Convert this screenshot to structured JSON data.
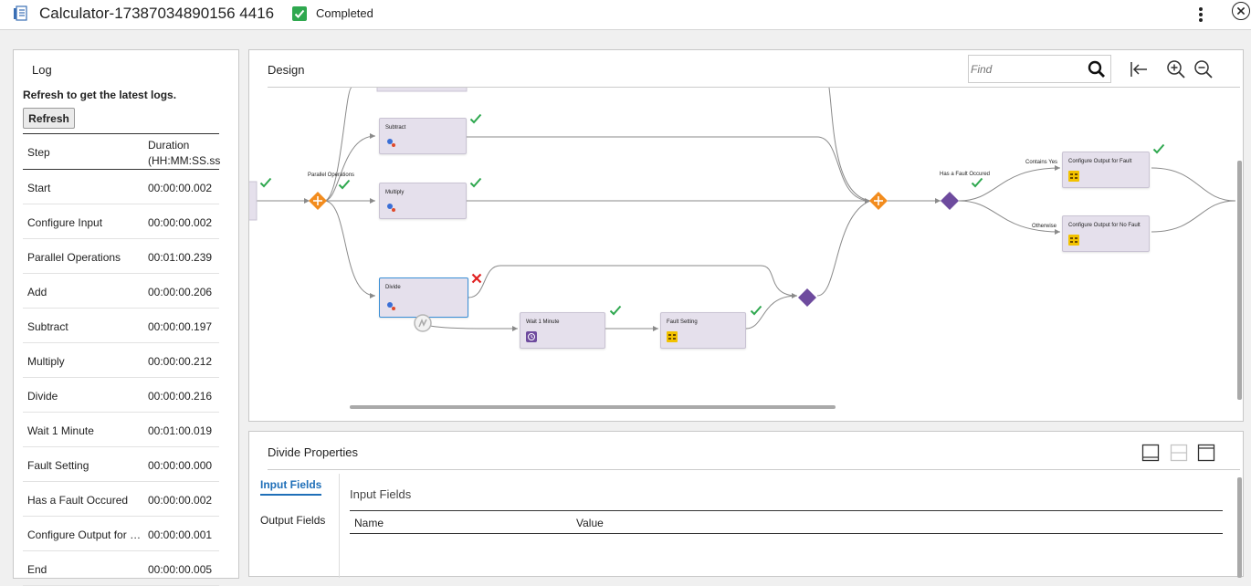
{
  "header": {
    "title": "Calculator-17387034890156 4416",
    "status": "Completed",
    "accent_green": "#2fa84f"
  },
  "log": {
    "title": "Log",
    "hint": "Refresh to get the latest logs.",
    "refresh_label": "Refresh",
    "columns": {
      "step": "Step",
      "duration": "Duration (HH:MM:SS.ss"
    },
    "rows": [
      {
        "step": "Start",
        "duration": "00:00:00.002"
      },
      {
        "step": "Configure Input",
        "duration": "00:00:00.002"
      },
      {
        "step": "Parallel Operations",
        "duration": "00:01:00.239"
      },
      {
        "step": "Add",
        "duration": "00:00:00.206"
      },
      {
        "step": "Subtract",
        "duration": "00:00:00.197"
      },
      {
        "step": "Multiply",
        "duration": "00:00:00.212"
      },
      {
        "step": "Divide",
        "duration": "00:00:00.216"
      },
      {
        "step": "Wait 1 Minute",
        "duration": "00:01:00.019"
      },
      {
        "step": "Fault Setting",
        "duration": "00:00:00.000"
      },
      {
        "step": "Has a Fault Occured",
        "duration": "00:00:00.002"
      },
      {
        "step": "Configure Output for F...",
        "duration": "00:00:00.001"
      },
      {
        "step": "End",
        "duration": "00:00:00.005"
      }
    ]
  },
  "design": {
    "title": "Design",
    "find_placeholder": "Find",
    "nodes": {
      "subtract": "Subtract",
      "multiply": "Multiply",
      "divide": "Divide",
      "wait": "Wait 1 Minute",
      "fault_setting": "Fault Setting",
      "config_fault": "Configure Output for Fault",
      "config_no_fault": "Configure Output for No Fault"
    },
    "edge_labels": {
      "parallel": "Parallel Operations",
      "has_fault": "Has a Fault Occured",
      "contains_yes": "Contains Yes",
      "otherwise": "Otherwise"
    },
    "colors": {
      "gateway_orange": "#f28c1e",
      "decision_purple": "#6e4b9e",
      "error_red": "#e02020",
      "check_green": "#2fa84f"
    }
  },
  "properties": {
    "title": "Divide Properties",
    "tabs": [
      "Input Fields",
      "Output Fields"
    ],
    "section_title": "Input Fields",
    "columns": [
      "Name",
      "Value"
    ]
  }
}
